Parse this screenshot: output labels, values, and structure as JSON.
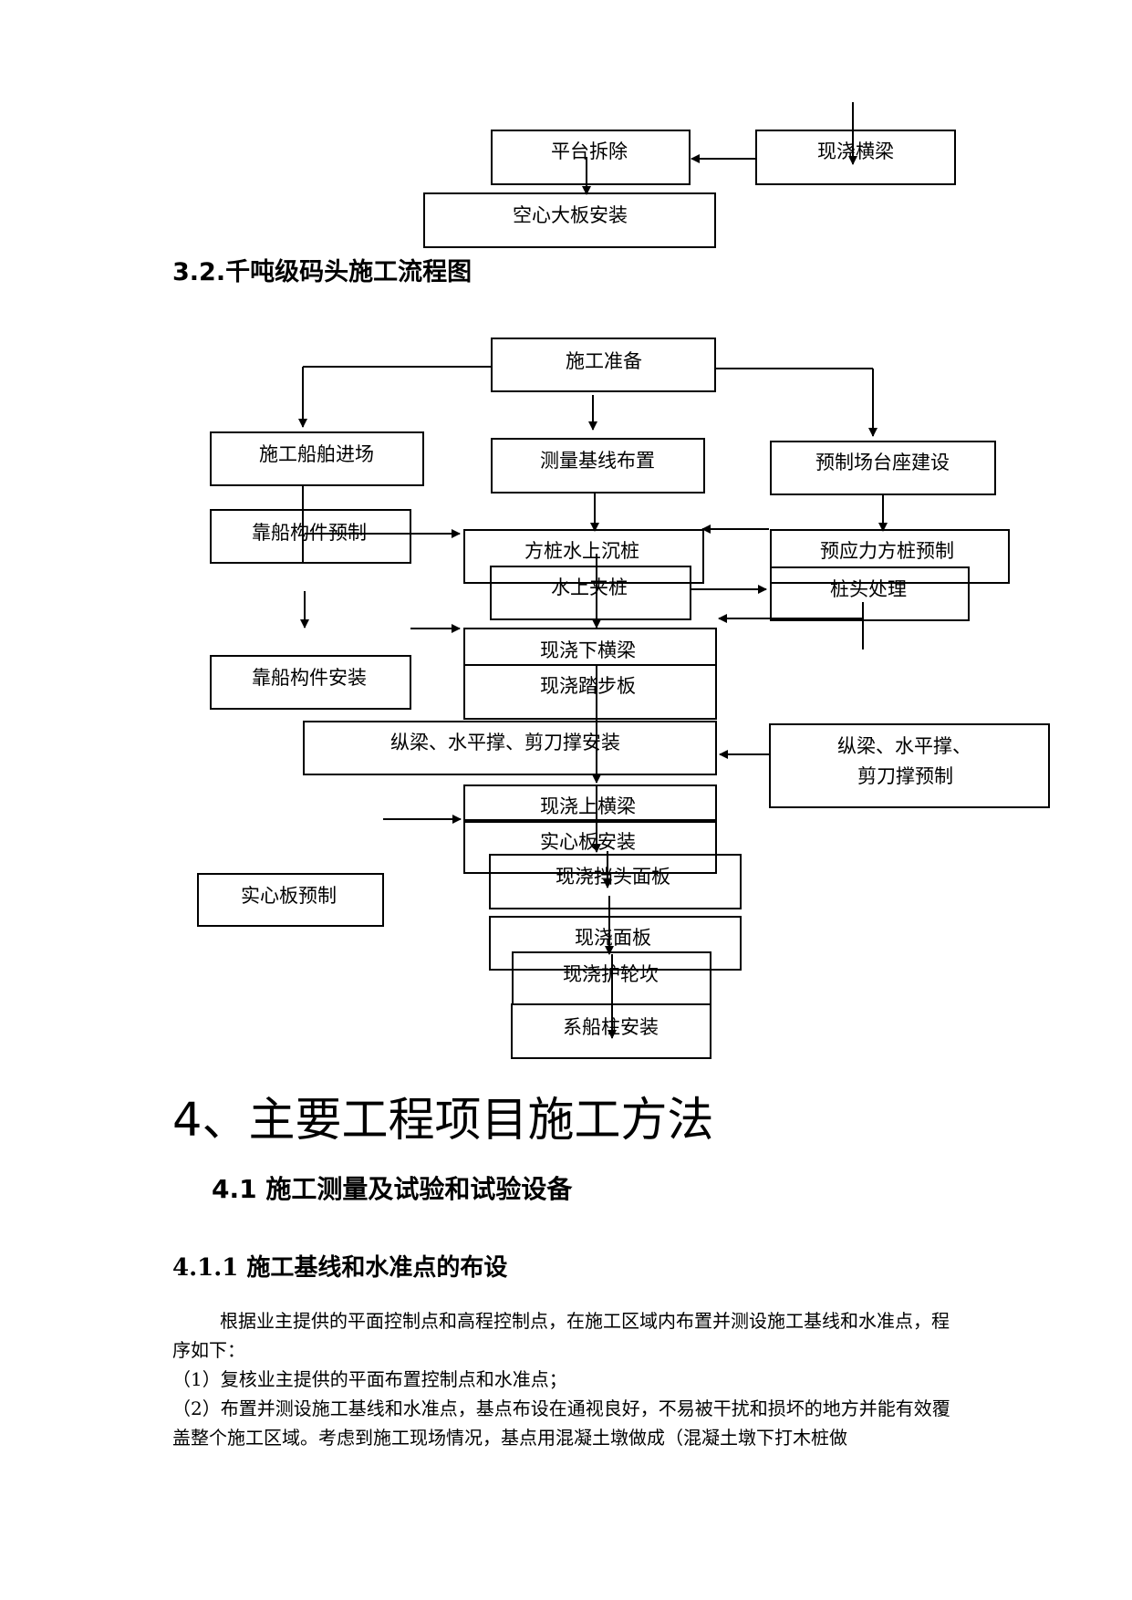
{
  "top_flow": {
    "boxes": {
      "pingtai": "平台拆除",
      "xianjiao_hengliang": "现浇横梁",
      "kongxin": "空心大板安装"
    }
  },
  "section_3_2": {
    "title": "3.2.千吨级码头施工流程图"
  },
  "flow": {
    "shigong_zhunbei": "施工准备",
    "chuanbo_jinchang": "施工船舶进场",
    "celiang": "测量基线布置",
    "yuzhi_changtai": "预制场台座建设",
    "kaochuan_yuzhi": "靠船构件预制",
    "fangzhuang_chenzhuang": "方桩水上沉桩",
    "yuyingli": "预应力方桩预制",
    "jiazhuang": "水上夹桩",
    "zhuangtou": "桩头处理",
    "xia_hengliang": "现浇下横梁",
    "tabuban": "现浇踏步板",
    "kaochuan_anzhuang": "靠船构件安装",
    "zongliang_anzhuang": "纵梁、水平撑、剪刀撑安装",
    "zongliang_yuzhi_1": "纵梁、水平撑、",
    "zongliang_yuzhi_2": "剪刀撑预制",
    "shang_hengliang": "现浇上横梁",
    "shixinban_anzhuang": "实心板安装",
    "dangtou": "现浇挡头面板",
    "shixinban_yuzhi": "实心板预制",
    "mianban": "现浇面板",
    "hulunkan": "现浇护轮坎",
    "xichuanzhu": "系船柱安装"
  },
  "section_4": {
    "title": "4、主要工程项目施工方法"
  },
  "section_4_1": {
    "title": "4.1 施工测量及试验和试验设备"
  },
  "section_4_1_1": {
    "title": "4.1.1 施工基线和水准点的布设"
  },
  "paragraphs": {
    "p1": "根据业主提供的平面控制点和高程控制点，在施工区域内布置并测设施工基线和水准点，程序如下：",
    "p2": "（1）复核业主提供的平面布置控制点和水准点；",
    "p3": "（2）布置并测设施工基线和水准点，基点布设在通视良好，不易被干扰和损坏的地方并能有效覆盖整个施工区域。考虑到施工现场情况，基点用混凝土墩做成（混凝土墩下打木桩做"
  }
}
